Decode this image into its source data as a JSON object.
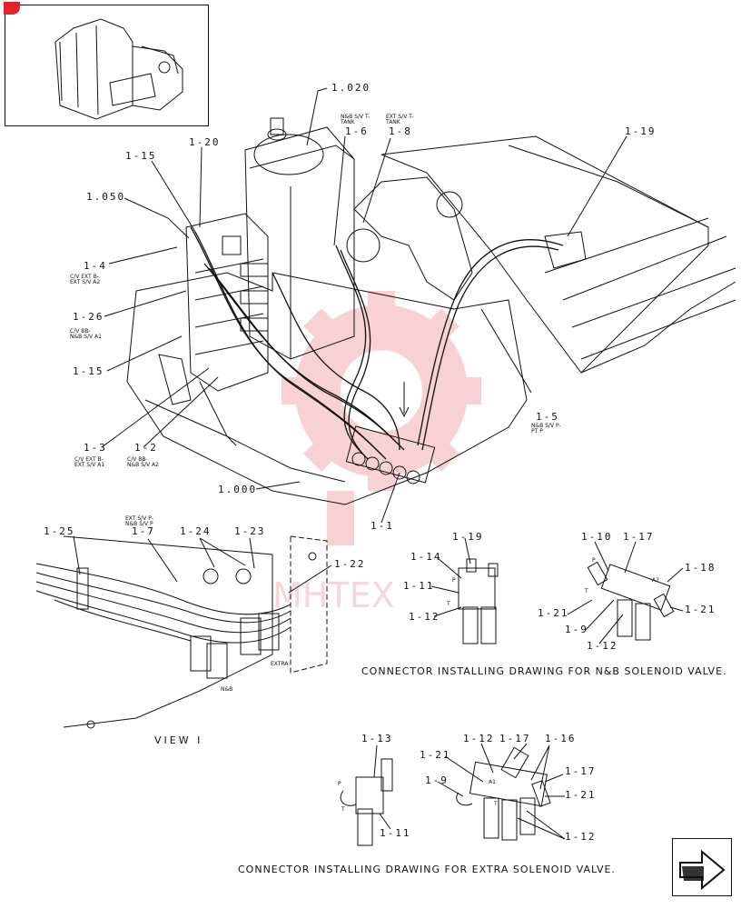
{
  "labels": {
    "l1020": "1.020",
    "l1_6": "1-6",
    "l1_8": "1-8",
    "l1_19a": "1-19",
    "l1_20": "1-20",
    "l1_15a": "1-15",
    "l1050": "1.050",
    "l1_4": "1-4",
    "l1_26": "1-26",
    "l1_15b": "1-15",
    "l1_3": "1-3",
    "l1_2": "1-2",
    "l1000": "1.000",
    "l1_5": "1-5",
    "l1_1": "1-1",
    "l1_25": "1-25",
    "l1_7": "1-7",
    "l1_24": "1-24",
    "l1_23": "1-23",
    "l1_22": "1-22",
    "l1_19b": "1-19",
    "l1_14": "1-14",
    "l1_11a": "1-11",
    "l1_12a": "1-12",
    "l1_10": "1-10",
    "l1_17a": "1-17",
    "l1_18": "1-18",
    "l1_21a": "1-21",
    "l1_9a": "1-9",
    "l1_21b": "1-21",
    "l1_12b": "1-12",
    "l1_13": "1-13",
    "l1_11b": "1-11",
    "l1_12c": "1-12",
    "l1_17b": "1-17",
    "l1_16": "1-16",
    "l1_21c": "1-21",
    "l1_9b": "1-9",
    "l1_17c": "1-17",
    "l1_21d": "1-21",
    "l1_12d": "1-12"
  },
  "small": {
    "nb_tank": "N&B S/V T-\nTANK",
    "ext_tank": "EXT S/V T-\nTANK",
    "cv_ext_b": "C/V EXT B-\nEXT S/V A2",
    "cv_nb_a1": "C/V BB-\nN&B S/V A1",
    "cv_ext_a1": "C/V EXT B-\nEXT S/V A1",
    "cv_nb_a2": "C/V BB-\nN&B S/V A2",
    "nb_pt": "N&B S/V P-\nPT P",
    "ext_nb_p": "EXT S/V P-\nN&B S/V P",
    "extra": "EXTRA",
    "nb": "N&B",
    "port_p1": "P",
    "port_t1": "T",
    "port_p2": "P",
    "port_t2": "T",
    "port_a2": "A2",
    "port_p3": "P",
    "port_t3": "T",
    "port_a1": "A1",
    "port_t4": "T"
  },
  "captions": {
    "nb_caption": "CONNECTOR INSTALLING DRAWING FOR N&B SOLENOID VALVE.",
    "extra_caption": "CONNECTOR INSTALLING DRAWING FOR EXTRA SOLENOID VALVE.",
    "view": "VIEW I"
  },
  "watermark": "MHTEX",
  "colors": {
    "line": "#111111",
    "watermark": "#f0b8bb",
    "badge": "#e8202a"
  }
}
